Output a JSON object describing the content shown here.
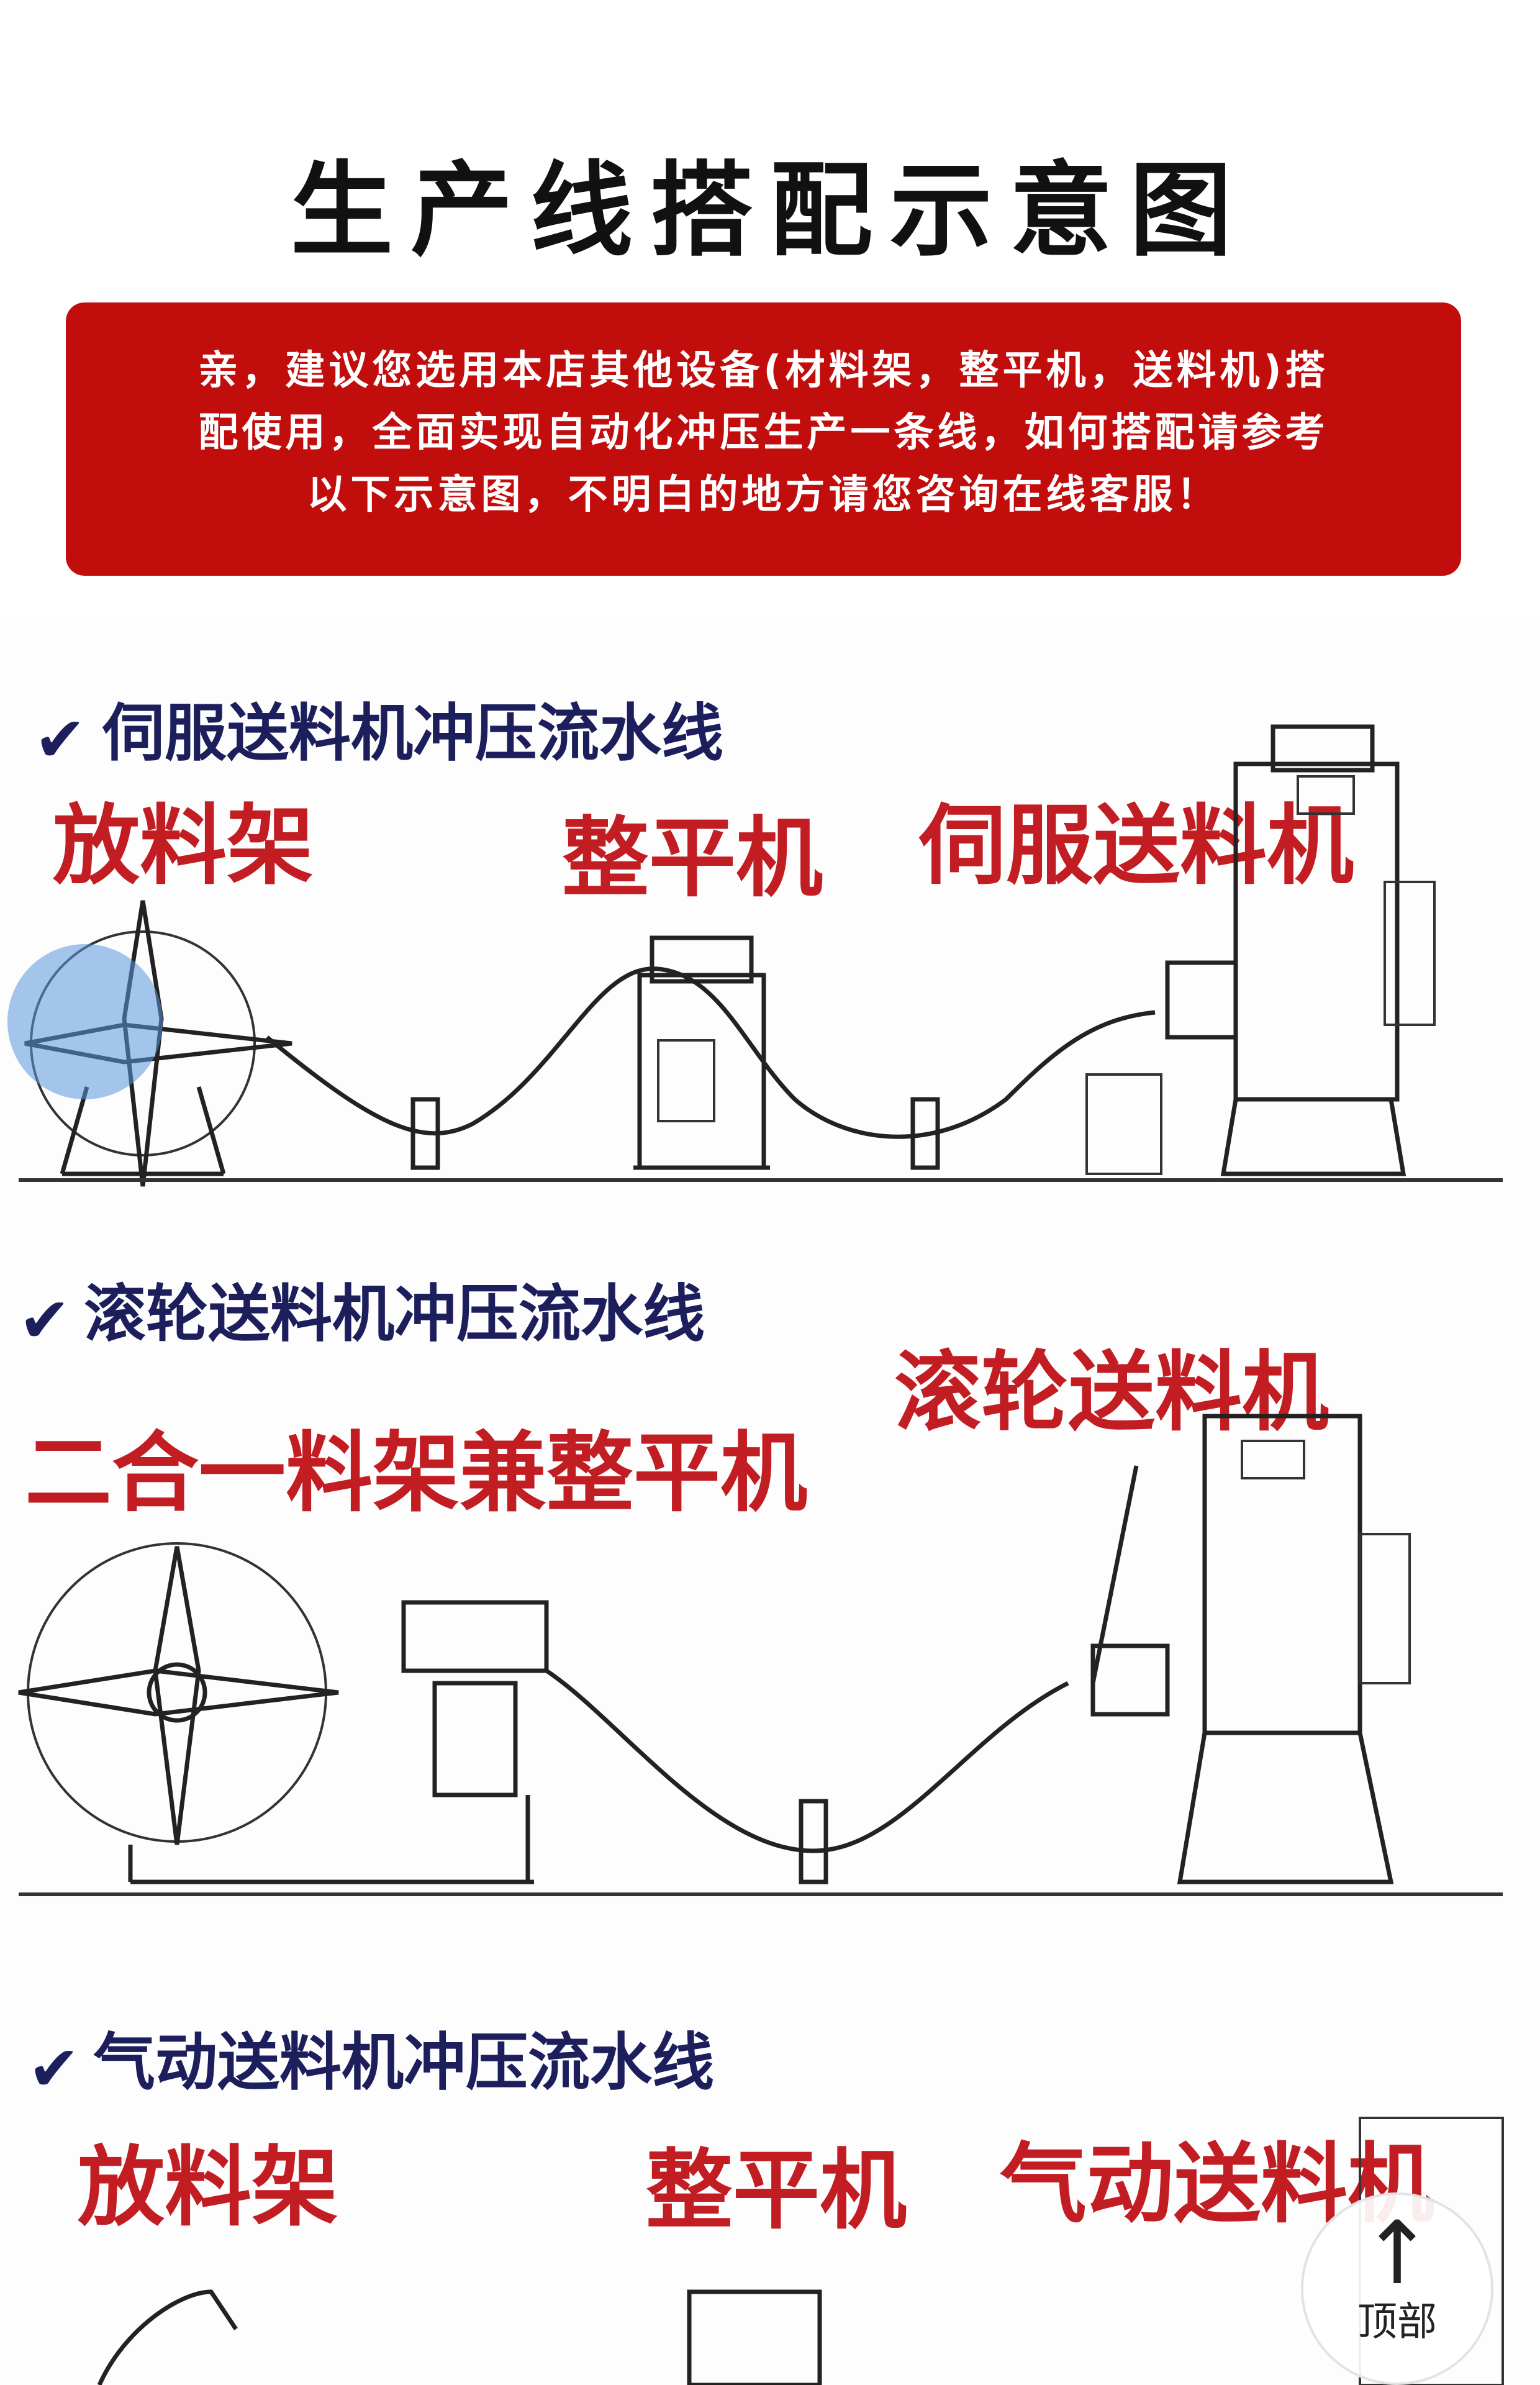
{
  "header": {
    "title": "生产线搭配示意图"
  },
  "notice": {
    "lines": [
      "亲，建议您选用本店其他设备(材料架，整平机，送料机)搭",
      "配使用，全面实现自动化冲压生产一条线，如何搭配请参考",
      "以下示意图，不明白的地方请您咨询在线客服！"
    ]
  },
  "sections": [
    {
      "title": "伺服送料机冲压流水线",
      "labels": [
        "放料架",
        "整平机",
        "伺服送料机"
      ]
    },
    {
      "title": "滚轮送料机冲压流水线",
      "labels": [
        "二合一料架兼整平机",
        "滚轮送料机"
      ]
    },
    {
      "title": "气动送料机冲压流水线",
      "labels": [
        "放料架",
        "整平机",
        "气动送料机"
      ]
    }
  ],
  "check_mark": "✔",
  "top_button": {
    "icon": "arrow-up-icon",
    "arrow": "↑",
    "label": "顶部"
  },
  "colors": {
    "notice_bg": "#c20d0d",
    "section_title": "#1c1f5c",
    "machine_label": "#c21d22"
  }
}
